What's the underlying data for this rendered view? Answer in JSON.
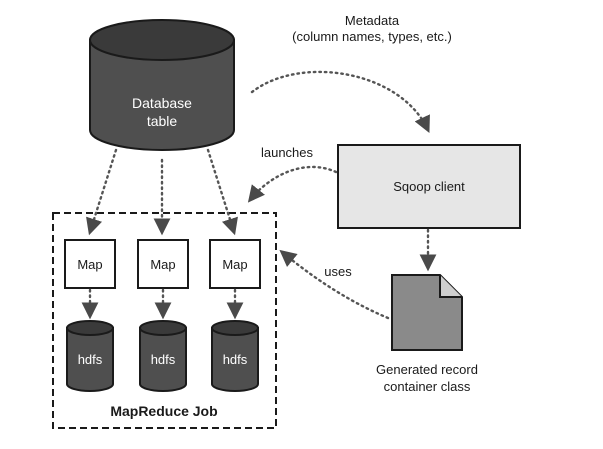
{
  "database": {
    "label_line1": "Database",
    "label_line2": "table"
  },
  "metadata": {
    "line1": "Metadata",
    "line2": "(column names, types, etc.)"
  },
  "launches_label": "launches",
  "sqoop_client": {
    "label": "Sqoop client"
  },
  "uses_label": "uses",
  "generated_class": {
    "line1": "Generated record",
    "line2": "container class"
  },
  "mapreduce": {
    "title": "MapReduce Job",
    "maps": [
      {
        "label": "Map"
      },
      {
        "label": "Map"
      },
      {
        "label": "Map"
      }
    ],
    "hdfs": [
      {
        "label": "hdfs"
      },
      {
        "label": "hdfs"
      },
      {
        "label": "hdfs"
      }
    ]
  },
  "colors": {
    "cylinder_body": "#4f4f4f",
    "cylinder_top": "#3a3a3a",
    "sqoop_box": "#e6e6e6",
    "document": "#8a8a8a",
    "arrows": "#555555"
  }
}
